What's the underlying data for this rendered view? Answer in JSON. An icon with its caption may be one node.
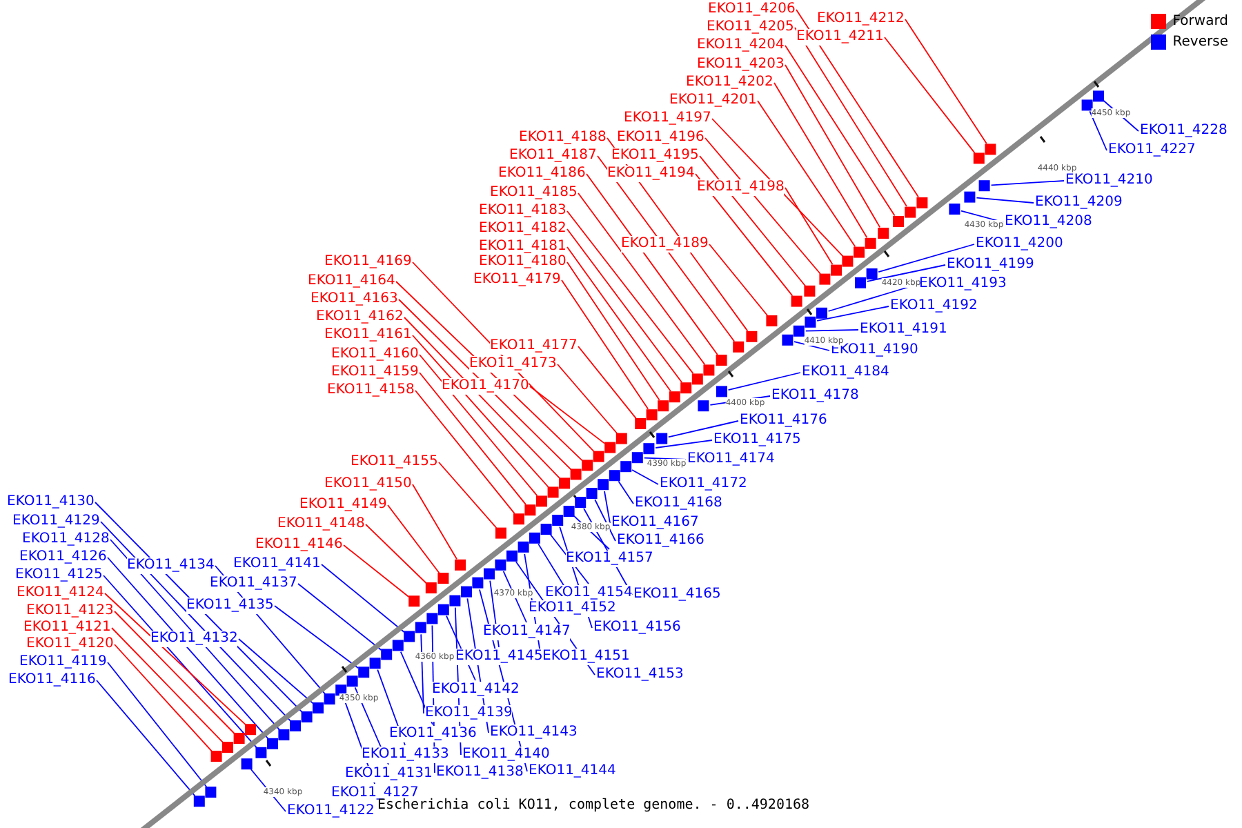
{
  "diagram": {
    "caption": "Escherichia coli KO11, complete genome. - 0..4920168",
    "nodes": [
      {
        "text": [
          "EKO11_4206"
        ]
      },
      {
        "text": [
          "EKO11_4212"
        ]
      },
      {
        "text": [
          "EKO11_4205"
        ]
      },
      {
        "text": [
          "EKO11_4211"
        ]
      },
      {
        "text": [
          "EKO11_4204"
        ]
      },
      {
        "text": [
          "EKO11_4203"
        ]
      },
      {
        "text": [
          "EKO11_4202"
        ]
      },
      {
        "text": [
          "EKO11_4201"
        ]
      },
      {
        "text": [
          "EKO11_4197"
        ]
      },
      {
        "text": [
          "EKO11_4228"
        ]
      },
      {
        "text": [
          "EKO11_4188"
        ]
      },
      {
        "text": [
          "EKO11_4196"
        ]
      },
      {
        "text": [
          "EKO11_4227"
        ]
      },
      {
        "text": [
          "EKO11_4187"
        ]
      },
      {
        "text": [
          "EKO11_4195"
        ]
      },
      {
        "text": [
          "EKO11_4186"
        ]
      },
      {
        "text": [
          "EKO11_4194"
        ]
      },
      {
        "text": [
          "EKO11_4210"
        ]
      },
      {
        "text": [
          "EKO11_4198"
        ]
      },
      {
        "text": [
          "EKO11_4185"
        ]
      },
      {
        "text": [
          "EKO11_4209"
        ]
      },
      {
        "text": [
          "EKO11_4183"
        ]
      },
      {
        "text": [
          "EKO11_4208"
        ]
      },
      {
        "text": [
          "EKO11_4182"
        ]
      },
      {
        "text": [
          "EKO11_4189"
        ]
      },
      {
        "text": [
          "EKO11_4200"
        ]
      },
      {
        "text": [
          "EKO11_4181"
        ]
      },
      {
        "text": [
          "EKO11_4169"
        ]
      },
      {
        "text": [
          "EKO11_4180"
        ]
      },
      {
        "text": [
          "EKO11_4199"
        ]
      },
      {
        "text": [
          "EKO11_4179"
        ]
      },
      {
        "text": [
          "EKO11_4164"
        ]
      },
      {
        "text": [
          "EKO11_4193"
        ]
      },
      {
        "text": [
          "EKO11_4163"
        ]
      },
      {
        "text": [
          "EKO11_4192"
        ]
      },
      {
        "text": [
          "EKO11_4162"
        ]
      },
      {
        "text": [
          "EKO11_4191"
        ]
      },
      {
        "text": [
          "EKO11_4161"
        ]
      },
      {
        "text": [
          "EKO11_4177"
        ]
      },
      {
        "text": [
          "EKO11_4190"
        ]
      },
      {
        "text": [
          "EKO11_4160"
        ]
      },
      {
        "text": [
          "EKO11_4173"
        ]
      },
      {
        "text": [
          "EKO11_4159"
        ]
      },
      {
        "text": [
          "EKO11_4184"
        ]
      },
      {
        "text": [
          "EKO11_4170"
        ]
      },
      {
        "text": [
          "EKO11_4158"
        ]
      },
      {
        "text": [
          "EKO11_4178"
        ]
      },
      {
        "text": [
          "EKO11_4176"
        ]
      },
      {
        "text": [
          "EKO11_4175"
        ]
      },
      {
        "text": [
          "EKO11_4174"
        ]
      },
      {
        "text": [
          "EKO11_4155"
        ]
      },
      {
        "text": [
          "EKO11_4150"
        ]
      },
      {
        "text": [
          "EKO11_4172"
        ]
      },
      {
        "text": [
          "EKO11_4130"
        ]
      },
      {
        "text": [
          "EKO11_4168"
        ]
      },
      {
        "text": [
          "EKO11_4149"
        ]
      },
      {
        "text": [
          "EKO11_4129"
        ]
      },
      {
        "text": [
          "EKO11_4167"
        ]
      },
      {
        "text": [
          "EKO11_4148"
        ]
      },
      {
        "text": [
          "EKO11_4128"
        ]
      },
      {
        "text": [
          "EKO11_4166"
        ]
      },
      {
        "text": [
          "EKO11_4146"
        ]
      },
      {
        "text": [
          "EKO11_4126"
        ]
      },
      {
        "text": [
          "EKO11_4157"
        ]
      },
      {
        "text": [
          "EKO11_4141"
        ]
      },
      {
        "text": [
          "EKO11_4134"
        ]
      },
      {
        "text": [
          "EKO11_4125"
        ]
      },
      {
        "text": [
          "EKO11_4137"
        ]
      },
      {
        "text": [
          "EKO11_4124"
        ]
      },
      {
        "text": [
          "EKO11_4154"
        ]
      },
      {
        "text": [
          "EKO11_4165"
        ]
      },
      {
        "text": [
          "EKO11_4135"
        ]
      },
      {
        "text": [
          "EKO11_4152"
        ]
      },
      {
        "text": [
          "EKO11_4123"
        ]
      },
      {
        "text": [
          "EKO11_4121"
        ]
      },
      {
        "text": [
          "EKO11_4156"
        ]
      },
      {
        "text": [
          "EKO11_4147"
        ]
      },
      {
        "text": [
          "EKO11_4132"
        ]
      },
      {
        "text": [
          "EKO11_4120"
        ]
      },
      {
        "text": [
          "EKO11_4145"
        ]
      },
      {
        "text": [
          "EKO11_4151"
        ]
      },
      {
        "text": [
          "EKO11_4119"
        ]
      },
      {
        "text": [
          "EKO11_4153"
        ]
      },
      {
        "text": [
          "EKO11_4116"
        ]
      },
      {
        "text": [
          "EKO11_4142"
        ]
      },
      {
        "text": [
          "EKO11_4139"
        ]
      },
      {
        "text": [
          "EKO11_4143"
        ]
      },
      {
        "text": [
          "EKO11_4136"
        ]
      },
      {
        "text": [
          "EKO11_4133"
        ]
      },
      {
        "text": [
          "EKO11_4140"
        ]
      },
      {
        "text": [
          "EKO11_4144"
        ]
      },
      {
        "text": [
          "EKO11_4138"
        ]
      },
      {
        "text": [
          "EKO11_4131"
        ]
      },
      {
        "text": [
          "EKO11_4127"
        ]
      },
      {
        "text": [
          "EKO11_4122"
        ]
      },
      {
        "text": [],
        "shape": "box"
      },
      {
        "text": [],
        "shape": "box"
      },
      {
        "text": [],
        "shape": "box"
      },
      {
        "text": [],
        "shape": "box"
      },
      {
        "text": [],
        "shape": "box"
      },
      {
        "text": [],
        "shape": "box"
      },
      {
        "text": [],
        "shape": "box"
      },
      {
        "text": [],
        "shape": "box"
      },
      {
        "text": [],
        "shape": "box"
      },
      {
        "text": [],
        "shape": "box"
      },
      {
        "text": [],
        "shape": "box"
      },
      {
        "text": [],
        "shape": "box"
      },
      {
        "text": [],
        "shape": "box"
      },
      {
        "text": [],
        "shape": "box"
      },
      {
        "text": [],
        "shape": "box"
      },
      {
        "text": [],
        "shape": "box"
      },
      {
        "text": [],
        "shape": "box"
      },
      {
        "text": [],
        "shape": "box"
      },
      {
        "text": [],
        "shape": "box"
      },
      {
        "text": [],
        "shape": "box"
      },
      {
        "text": [],
        "shape": "box"
      },
      {
        "text": [],
        "shape": "box"
      },
      {
        "text": [],
        "shape": "box"
      },
      {
        "text": [],
        "shape": "box"
      },
      {
        "text": [],
        "shape": "box"
      },
      {
        "text": [],
        "shape": "box"
      },
      {
        "text": [],
        "shape": "box"
      },
      {
        "text": [],
        "shape": "box"
      },
      {
        "text": [],
        "shape": "box"
      },
      {
        "text": [],
        "shape": "box"
      },
      {
        "text": [],
        "shape": "box"
      },
      {
        "text": [],
        "shape": "box"
      },
      {
        "text": [],
        "shape": "box"
      },
      {
        "text": [],
        "shape": "box"
      },
      {
        "text": [],
        "shape": "box"
      },
      {
        "text": [],
        "shape": "box"
      },
      {
        "text": [],
        "shape": "box"
      },
      {
        "text": [],
        "shape": "box"
      },
      {
        "text": [],
        "shape": "box"
      },
      {
        "text": [],
        "shape": "box"
      },
      {
        "text": [],
        "shape": "box"
      },
      {
        "text": [],
        "shape": "box"
      },
      {
        "text": [],
        "shape": "box"
      },
      {
        "text": [],
        "shape": "box"
      },
      {
        "text": [],
        "shape": "box"
      },
      {
        "text": [],
        "shape": "box"
      },
      {
        "text": [],
        "shape": "box"
      },
      {
        "text": [],
        "shape": "box"
      },
      {
        "text": [],
        "shape": "box"
      },
      {
        "text": [],
        "shape": "box"
      },
      {
        "text": [],
        "shape": "box"
      },
      {
        "text": [],
        "shape": "box"
      },
      {
        "text": [],
        "shape": "box"
      },
      {
        "text": [],
        "shape": "box"
      },
      {
        "text": [],
        "shape": "box"
      },
      {
        "text": [],
        "shape": "box"
      },
      {
        "text": [],
        "shape": "box"
      },
      {
        "text": [],
        "shape": "box"
      },
      {
        "text": [],
        "shape": "box"
      },
      {
        "text": [],
        "shape": "box"
      },
      {
        "text": [],
        "shape": "box"
      },
      {
        "text": [],
        "shape": "box"
      },
      {
        "text": [],
        "shape": "box"
      },
      {
        "text": [],
        "shape": "box"
      },
      {
        "text": [],
        "shape": "box"
      },
      {
        "text": [],
        "shape": "box"
      },
      {
        "text": [],
        "shape": "box"
      },
      {
        "text": [],
        "shape": "box"
      },
      {
        "text": [],
        "shape": "box"
      },
      {
        "text": [],
        "shape": "box"
      },
      {
        "text": [],
        "shape": "box"
      },
      {
        "text": [],
        "shape": "box"
      },
      {
        "text": [],
        "shape": "box"
      },
      {
        "text": [],
        "shape": "box"
      },
      {
        "text": [],
        "shape": "box"
      },
      {
        "text": [],
        "shape": "box"
      },
      {
        "text": [],
        "shape": "box"
      },
      {
        "text": [],
        "shape": "box"
      },
      {
        "text": [],
        "shape": "box"
      },
      {
        "text": [],
        "shape": "box"
      },
      {
        "text": [],
        "shape": "box"
      },
      {
        "text": [],
        "shape": "box"
      },
      {
        "text": [],
        "shape": "box"
      },
      {
        "text": [],
        "shape": "box"
      },
      {
        "text": [],
        "shape": "box"
      },
      {
        "text": [],
        "shape": "box"
      },
      {
        "text": [],
        "shape": "box"
      },
      {
        "text": [],
        "shape": "box"
      },
      {
        "text": [],
        "shape": "box"
      },
      {
        "text": [],
        "shape": "box"
      },
      {
        "text": [],
        "shape": "box"
      },
      {
        "text": [],
        "shape": "box"
      },
      {
        "text": [],
        "shape": "box"
      },
      {
        "text": [],
        "shape": "box"
      },
      {
        "text": [],
        "shape": "box"
      }
    ],
    "edges": [
      {
        "from": 0,
        "to": 95,
        "arrow": "none",
        "color": "#ff0000"
      },
      {
        "from": 1,
        "to": 96,
        "arrow": "none",
        "color": "#ff0000"
      },
      {
        "from": 2,
        "to": 97,
        "arrow": "none",
        "color": "#ff0000"
      },
      {
        "from": 3,
        "to": 98,
        "arrow": "none",
        "color": "#ff0000"
      },
      {
        "from": 4,
        "to": 99,
        "arrow": "none",
        "color": "#ff0000"
      },
      {
        "from": 5,
        "to": 100,
        "arrow": "none",
        "color": "#ff0000"
      },
      {
        "from": 6,
        "to": 101,
        "arrow": "none",
        "color": "#ff0000"
      },
      {
        "from": 7,
        "to": 102,
        "arrow": "none",
        "color": "#ff0000"
      },
      {
        "from": 8,
        "to": 103,
        "arrow": "none",
        "color": "#ff0000"
      },
      {
        "from": 9,
        "to": 104,
        "arrow": "none"
      },
      {
        "from": 10,
        "to": 105,
        "arrow": "none",
        "color": "#ff0000"
      },
      {
        "from": 11,
        "to": 106,
        "arrow": "none",
        "color": "#ff0000"
      },
      {
        "from": 12,
        "to": 107,
        "arrow": "none"
      },
      {
        "from": 13,
        "to": 108,
        "arrow": "none",
        "color": "#ff0000"
      },
      {
        "from": 14,
        "to": 109,
        "arrow": "none",
        "color": "#ff0000"
      },
      {
        "from": 15,
        "to": 110,
        "arrow": "none",
        "color": "#ff0000"
      },
      {
        "from": 16,
        "to": 111,
        "arrow": "none",
        "color": "#ff0000"
      },
      {
        "from": 17,
        "to": 112,
        "arrow": "none"
      },
      {
        "from": 18,
        "to": 113,
        "arrow": "none",
        "color": "#ff0000"
      },
      {
        "from": 19,
        "to": 114,
        "arrow": "none",
        "color": "#ff0000"
      },
      {
        "from": 20,
        "to": 115,
        "arrow": "none"
      },
      {
        "from": 21,
        "to": 116,
        "arrow": "none",
        "color": "#ff0000"
      },
      {
        "from": 22,
        "to": 117,
        "arrow": "none"
      },
      {
        "from": 23,
        "to": 118,
        "arrow": "none",
        "color": "#ff0000"
      },
      {
        "from": 24,
        "to": 119,
        "arrow": "none",
        "color": "#ff0000"
      },
      {
        "from": 25,
        "to": 120,
        "arrow": "none"
      },
      {
        "from": 26,
        "to": 121,
        "arrow": "none",
        "color": "#ff0000"
      },
      {
        "from": 27,
        "to": 122,
        "arrow": "none",
        "color": "#ff0000"
      },
      {
        "from": 28,
        "to": 123,
        "arrow": "none",
        "color": "#ff0000"
      },
      {
        "from": 29,
        "to": 124,
        "arrow": "none"
      },
      {
        "from": 30,
        "to": 125,
        "arrow": "none",
        "color": "#ff0000"
      },
      {
        "from": 31,
        "to": 126,
        "arrow": "none",
        "color": "#ff0000"
      },
      {
        "from": 32,
        "to": 127,
        "arrow": "none"
      },
      {
        "from": 33,
        "to": 128,
        "arrow": "none",
        "color": "#ff0000"
      },
      {
        "from": 34,
        "to": 129,
        "arrow": "none"
      },
      {
        "from": 35,
        "to": 130,
        "arrow": "none",
        "color": "#ff0000"
      },
      {
        "from": 36,
        "to": 131,
        "arrow": "none"
      },
      {
        "from": 37,
        "to": 132,
        "arrow": "none",
        "color": "#ff0000"
      },
      {
        "from": 38,
        "to": 133,
        "arrow": "none",
        "color": "#ff0000"
      },
      {
        "from": 39,
        "to": 134,
        "arrow": "none"
      },
      {
        "from": 40,
        "to": 135,
        "arrow": "none",
        "color": "#ff0000"
      },
      {
        "from": 41,
        "to": 136,
        "arrow": "none",
        "color": "#ff0000"
      },
      {
        "from": 42,
        "to": 137,
        "arrow": "none",
        "color": "#ff0000"
      },
      {
        "from": 43,
        "to": 138,
        "arrow": "none"
      },
      {
        "from": 44,
        "to": 139,
        "arrow": "none",
        "color": "#ff0000"
      },
      {
        "from": 45,
        "to": 140,
        "arrow": "none",
        "color": "#ff0000"
      },
      {
        "from": 46,
        "to": 141,
        "arrow": "none"
      },
      {
        "from": 47,
        "to": 142,
        "arrow": "none"
      },
      {
        "from": 48,
        "to": 143,
        "arrow": "none"
      },
      {
        "from": 49,
        "to": 144,
        "arrow": "none"
      },
      {
        "from": 50,
        "to": 145,
        "arrow": "none",
        "color": "#ff0000"
      },
      {
        "from": 51,
        "to": 146,
        "arrow": "none",
        "color": "#ff0000"
      },
      {
        "from": 52,
        "to": 147,
        "arrow": "none"
      },
      {
        "from": 53,
        "to": 148,
        "arrow": "none"
      },
      {
        "from": 54,
        "to": 149,
        "arrow": "none"
      },
      {
        "from": 55,
        "to": 150,
        "arrow": "none",
        "color": "#ff0000"
      },
      {
        "from": 56,
        "to": 151,
        "arrow": "none"
      },
      {
        "from": 57,
        "to": 152,
        "arrow": "none"
      },
      {
        "from": 58,
        "to": 153,
        "arrow": "none",
        "color": "#ff0000"
      },
      {
        "from": 59,
        "to": 154,
        "arrow": "none"
      },
      {
        "from": 60,
        "to": 155,
        "arrow": "none"
      },
      {
        "from": 61,
        "to": 156,
        "arrow": "none",
        "color": "#ff0000"
      },
      {
        "from": 62,
        "to": 157,
        "arrow": "none"
      },
      {
        "from": 63,
        "to": 158,
        "arrow": "none"
      },
      {
        "from": 64,
        "to": 159,
        "arrow": "none"
      },
      {
        "from": 65,
        "to": 160,
        "arrow": "none"
      },
      {
        "from": 66,
        "to": 161,
        "arrow": "none"
      },
      {
        "from": 67,
        "to": 162,
        "arrow": "none"
      },
      {
        "from": 68,
        "to": 163,
        "arrow": "none",
        "color": "#ff0000"
      },
      {
        "from": 69,
        "to": 164,
        "arrow": "none"
      },
      {
        "from": 70,
        "to": 165,
        "arrow": "none"
      },
      {
        "from": 71,
        "to": 166,
        "arrow": "none"
      },
      {
        "from": 72,
        "to": 167,
        "arrow": "none"
      },
      {
        "from": 73,
        "to": 168,
        "arrow": "none",
        "color": "#ff0000"
      },
      {
        "from": 74,
        "to": 169,
        "arrow": "none",
        "color": "#ff0000"
      },
      {
        "from": 75,
        "to": 170,
        "arrow": "none"
      },
      {
        "from": 76,
        "to": 171,
        "arrow": "none"
      },
      {
        "from": 77,
        "to": 172,
        "arrow": "none"
      },
      {
        "from": 78,
        "to": 173,
        "arrow": "none",
        "color": "#ff0000"
      },
      {
        "from": 79,
        "to": 174,
        "arrow": "none"
      },
      {
        "from": 80,
        "to": 175,
        "arrow": "none"
      },
      {
        "from": 81,
        "to": 176,
        "arrow": "none"
      },
      {
        "from": 82,
        "to": 177,
        "arrow": "none"
      },
      {
        "from": 83,
        "to": 178,
        "arrow": "none"
      },
      {
        "from": 84,
        "to": 179,
        "arrow": "none"
      },
      {
        "from": 85,
        "to": 180,
        "arrow": "none"
      },
      {
        "from": 86,
        "to": 181,
        "arrow": "none"
      },
      {
        "from": 87,
        "to": 182,
        "arrow": "none"
      },
      {
        "from": 88,
        "to": 183,
        "arrow": "none"
      },
      {
        "from": 89,
        "to": 184,
        "arrow": "none"
      },
      {
        "from": 90,
        "to": 185,
        "arrow": "none"
      },
      {
        "from": 91,
        "to": 186,
        "arrow": "none"
      },
      {
        "from": 92,
        "to": 187,
        "arrow": "none"
      },
      {
        "from": 93,
        "to": 188,
        "arrow": "none"
      },
      {
        "from": 94,
        "to": 189,
        "arrow": "none"
      }
    ],
    "labels": [
      "4450 kbp",
      "4440 kbp",
      "4430 kbp",
      "4420 kbp",
      "4410 kbp",
      "4400 kbp",
      "4390 kbp",
      "4380 kbp",
      "4370 kbp",
      "4360 kbp",
      "4350 kbp",
      "4340 kbp"
    ],
    "legend": [
      {
        "text": "Forward",
        "color": "#ff0000"
      },
      {
        "text": "Reverse",
        "color": "#0000ff"
      }
    ]
  }
}
